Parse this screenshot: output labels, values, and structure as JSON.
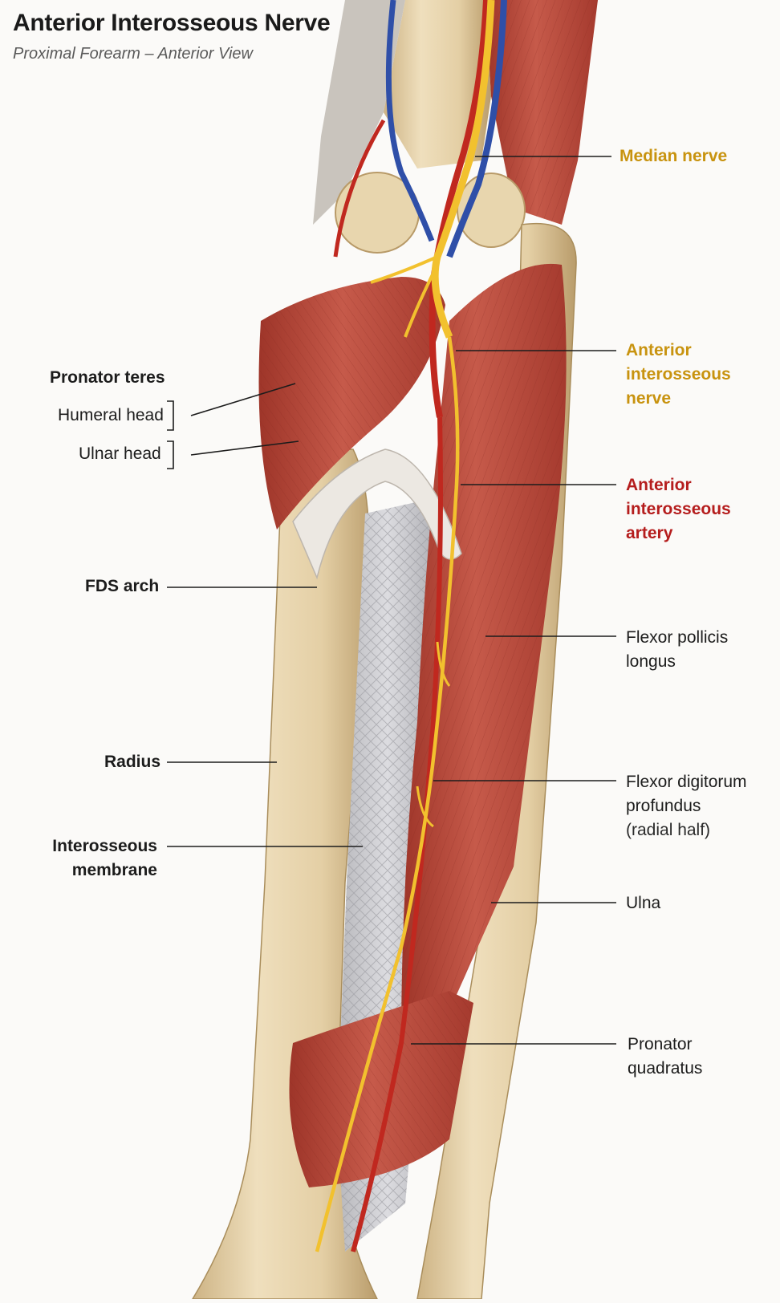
{
  "header": {
    "title": "Anterior Interosseous Nerve",
    "subtitle": "Proximal Forearm – Anterior View"
  },
  "labels": {
    "median_nerve": "Median nerve",
    "ain_lines": [
      "Anterior",
      "interosseous",
      "nerve"
    ],
    "aia_lines": [
      "Anterior",
      "interosseous",
      "artery"
    ],
    "pronator_teres": "Pronator teres",
    "humeral_head": "Humeral head",
    "ulnar_head": "Ulnar head",
    "fds_arch": "FDS arch",
    "fpl_lines": [
      "Flexor pollicis",
      "longus"
    ],
    "fdp_lines": [
      "Flexor digitorum",
      "profundus",
      "(radial half)"
    ],
    "radius": "Radius",
    "interosseous_membrane_lines": [
      "Interosseous",
      "membrane"
    ],
    "ulna": "Ulna",
    "pq_lines": [
      "Pronator",
      "quadratus"
    ]
  },
  "colors": {
    "nerve": "#f2c12e",
    "artery": "#c0281f",
    "vein": "#2f4fa8",
    "muscle": "#b8463a",
    "bone": "#e3cfa6",
    "membrane": "#c9c9cd",
    "tendon": "#e6e3df"
  }
}
